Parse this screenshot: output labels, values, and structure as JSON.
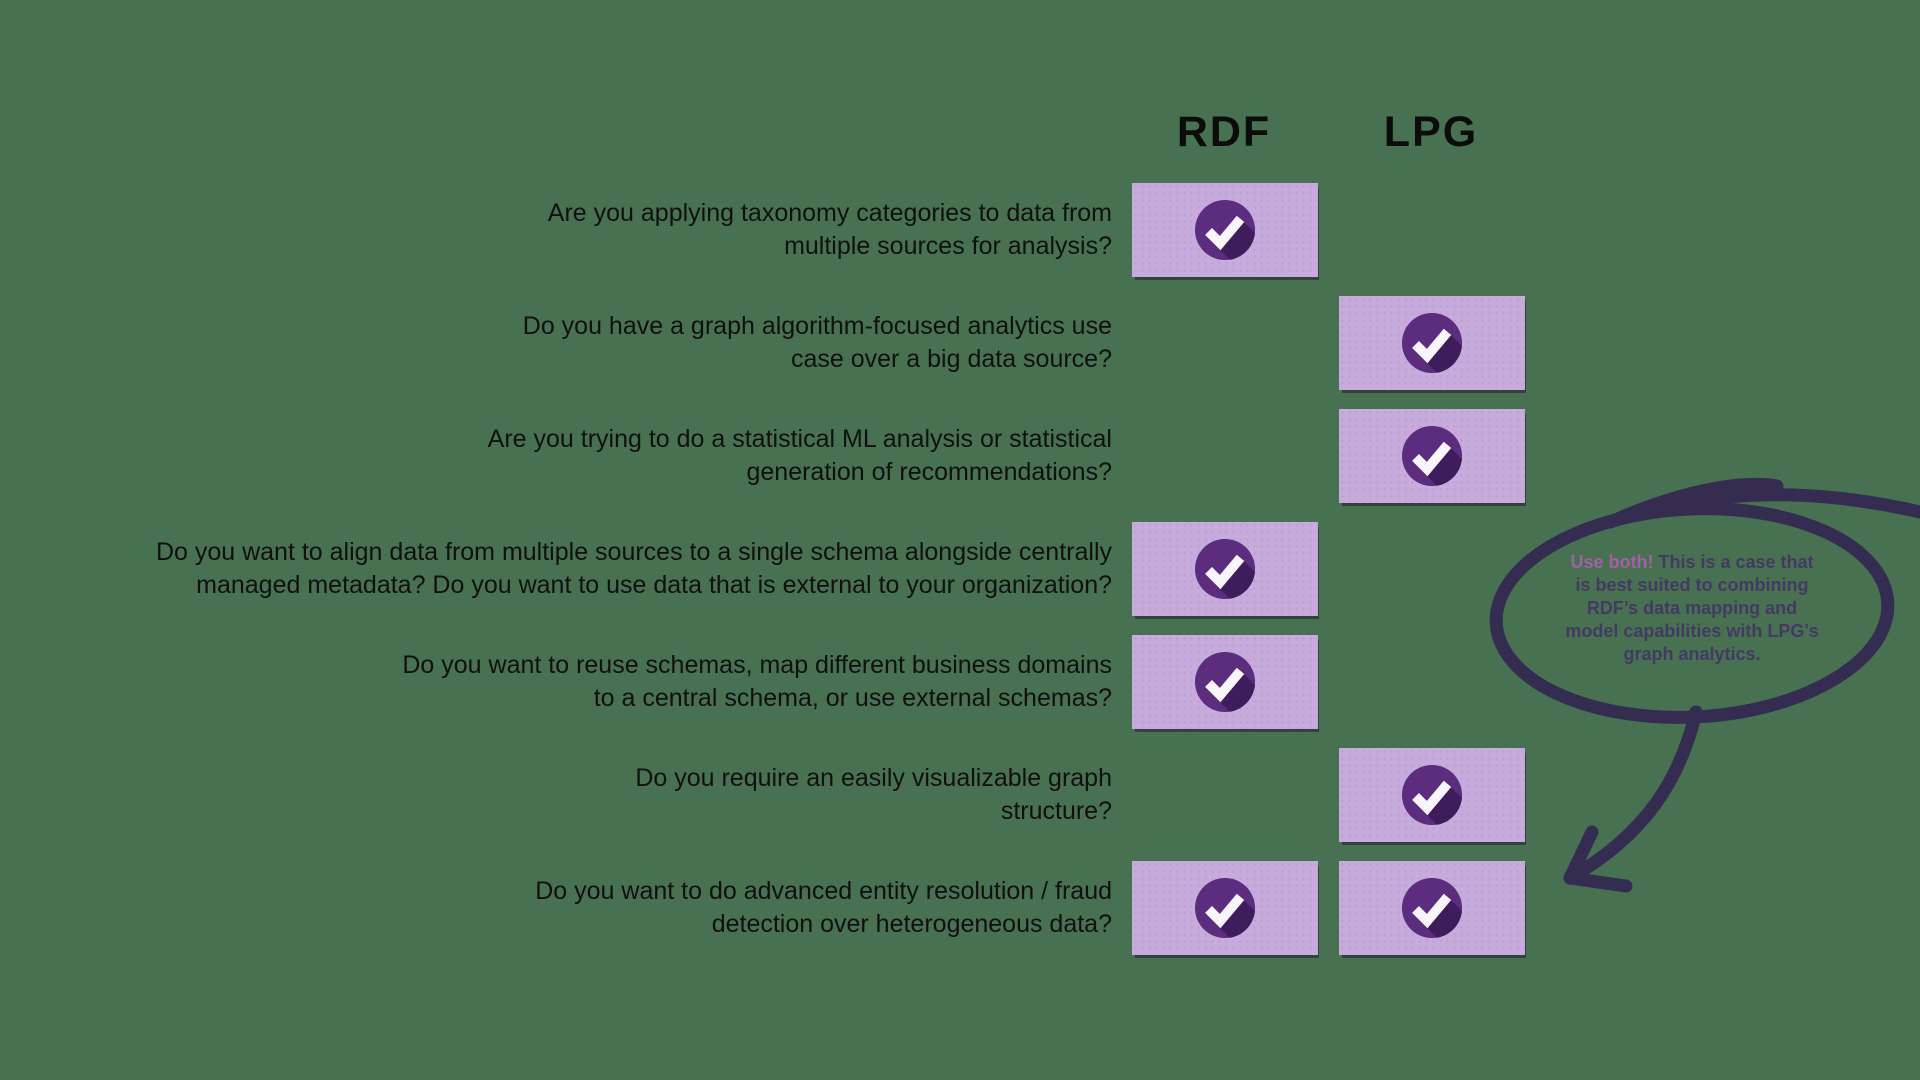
{
  "header": {
    "rdf": "RDF",
    "lpg": "LPG"
  },
  "rows": [
    {
      "question": "Are you applying taxonomy categories to data from\nmultiple sources for analysis?",
      "rdf": true,
      "lpg": false
    },
    {
      "question": "Do you have a graph algorithm-focused analytics use\ncase over a big data source?",
      "rdf": false,
      "lpg": true
    },
    {
      "question": "Are you trying to do a statistical ML analysis or statistical\ngeneration of recommendations?",
      "rdf": false,
      "lpg": true
    },
    {
      "question": "Do you want to align data from multiple sources to a single schema alongside centrally\nmanaged metadata? Do you want to use data that is external to your organization?",
      "rdf": true,
      "lpg": false
    },
    {
      "question": "Do you want to reuse schemas, map different business domains\nto a central schema, or use external schemas?",
      "rdf": true,
      "lpg": false
    },
    {
      "question": "Do you require an easily visualizable graph\nstructure?",
      "rdf": false,
      "lpg": true
    },
    {
      "question": "Do you want to do advanced entity resolution / fraud\ndetection over heterogeneous data?",
      "rdf": true,
      "lpg": true
    }
  ],
  "annotation": {
    "lead": "Use both!",
    "rest": " This is a case that\nis best suited to combining\nRDF’s data mapping and\nmodel capabilities with LPG's\ngraph analytics."
  },
  "icons": {
    "check": "check-icon"
  },
  "colors": {
    "bg": "#477150",
    "box": "#c7abdc",
    "boxdot": "#bb9dd1",
    "circle": "#5c2c7e",
    "cshadow": "#3f1d5c",
    "cmark": "#f8f5fb",
    "ink": "#342c51",
    "text": "#101010",
    "note": "#433a64",
    "lead": "#a55fa8"
  }
}
